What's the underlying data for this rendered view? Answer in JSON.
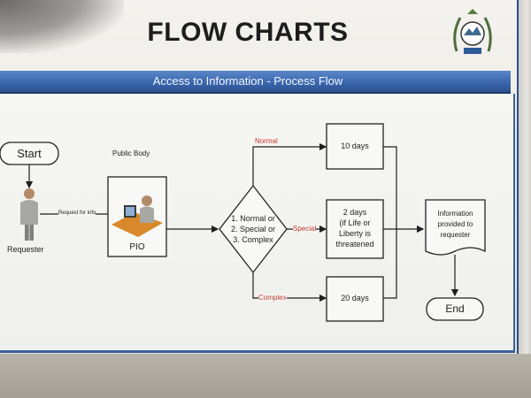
{
  "header": {
    "title": "FLOW CHARTS",
    "banner": "Access to Information - Process Flow"
  },
  "flow": {
    "start": "Start",
    "end": "End",
    "requester": "Requester",
    "public_body": "Public Body",
    "request_label": "Request for info",
    "pio": "PIO",
    "decision": [
      "1. Normal or",
      "2. Special or",
      "3. Complex"
    ],
    "branches": {
      "normal": "Normal",
      "special": "Special",
      "complex": "Complex"
    },
    "outcomes": {
      "normal": "10 days",
      "special": [
        "2 days",
        "(if Life or",
        "Liberty is",
        "threatened"
      ],
      "complex": "20 days"
    },
    "document": [
      "Information",
      "provided to",
      "requester"
    ]
  },
  "colors": {
    "banner": "#3a67ae",
    "branch_label": "#c0392b",
    "line": "#1f1f1f"
  }
}
